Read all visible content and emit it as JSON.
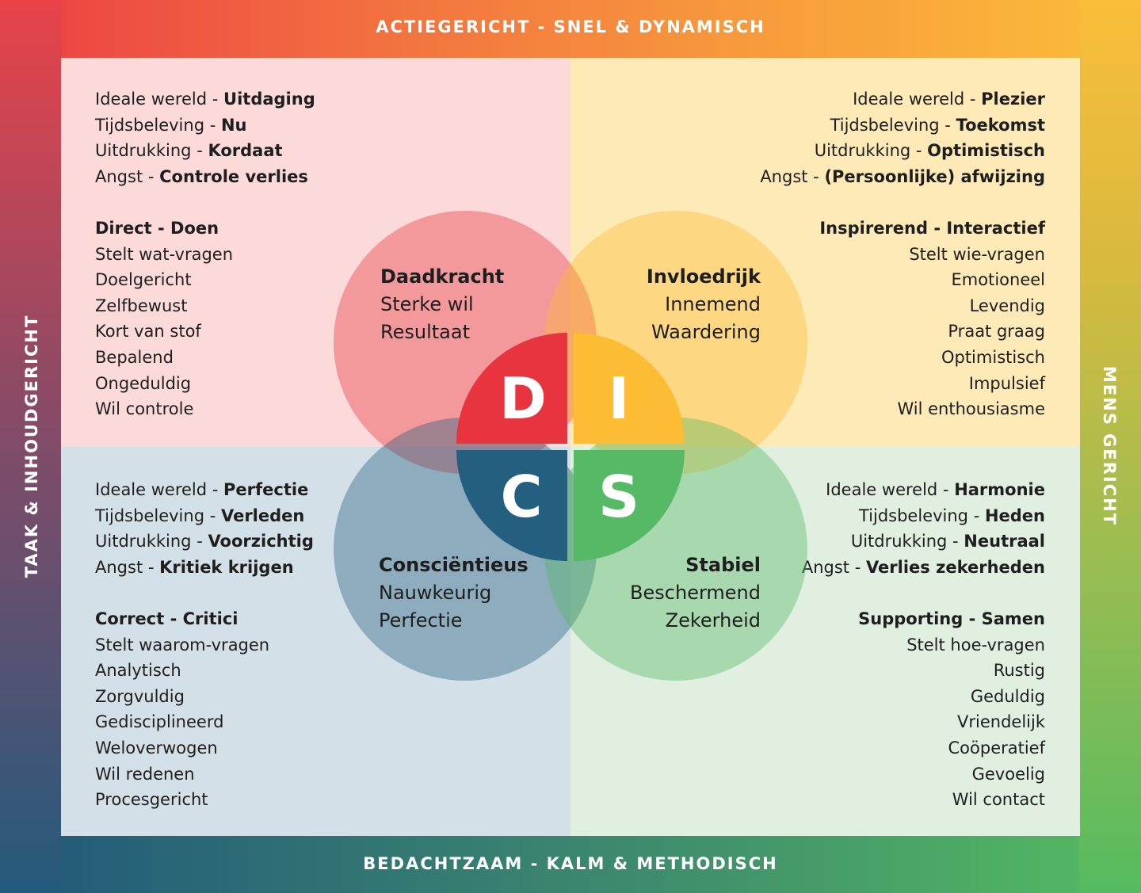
{
  "axes": {
    "top": "ACTIEGERICHT - SNEL & DYNAMISCH",
    "bottom": "BEDACHTZAAM - KALM & METHODISCH",
    "left": "TAAK & INHOUDGERICHT",
    "right": "MENS GERICHT"
  },
  "colors": {
    "d": "#e8343f",
    "i": "#fcbc33",
    "c": "#245f80",
    "s": "#55b965",
    "quad_d_bg": "#fbdad9",
    "quad_i_bg": "#fdeab7",
    "quad_c_bg": "#d4e0e7",
    "quad_s_bg": "#e0efe0"
  },
  "letters": {
    "d": "D",
    "i": "I",
    "c": "C",
    "s": "S"
  },
  "styles": {
    "d": {
      "label": {
        "title": "Daadkracht",
        "line1": "Sterke wil",
        "line2": "Resultaat"
      },
      "facts": [
        {
          "key": "Ideale wereld",
          "value": "Uitdaging"
        },
        {
          "key": "Tijdsbeleving",
          "value": "Nu"
        },
        {
          "key": "Uitdrukking",
          "value": "Kordaat"
        },
        {
          "key": "Angst",
          "value": "Controle verlies"
        }
      ],
      "heading": "Direct - Doen",
      "traits": [
        "Stelt wat-vragen",
        "Doelgericht",
        "Zelfbewust",
        "Kort van stof",
        "Bepalend",
        "Ongeduldig",
        "Wil controle"
      ]
    },
    "i": {
      "label": {
        "title": "Invloedrijk",
        "line1": "Innemend",
        "line2": "Waardering"
      },
      "facts": [
        {
          "key": "Ideale wereld",
          "value": "Plezier"
        },
        {
          "key": "Tijdsbeleving",
          "value": "Toekomst"
        },
        {
          "key": "Uitdrukking",
          "value": "Optimistisch"
        },
        {
          "key": "Angst",
          "value": "(Persoonlijke) afwijzing"
        }
      ],
      "heading": "Inspirerend - Interactief",
      "traits": [
        "Stelt wie-vragen",
        "Emotioneel",
        "Levendig",
        "Praat graag",
        "Optimistisch",
        "Impulsief",
        "Wil enthousiasme"
      ]
    },
    "c": {
      "label": {
        "title": "Consciëntieus",
        "line1": "Nauwkeurig",
        "line2": "Perfectie"
      },
      "facts": [
        {
          "key": "Ideale wereld",
          "value": "Perfectie"
        },
        {
          "key": "Tijdsbeleving",
          "value": "Verleden"
        },
        {
          "key": "Uitdrukking",
          "value": "Voorzichtig"
        },
        {
          "key": "Angst",
          "value": "Kritiek krijgen"
        }
      ],
      "heading": "Correct - Critici",
      "traits": [
        "Stelt waarom-vragen",
        "Analytisch",
        "Zorgvuldig",
        "Gedisciplineerd",
        "Weloverwogen",
        "Wil redenen",
        "Procesgericht"
      ]
    },
    "s": {
      "label": {
        "title": "Stabiel",
        "line1": "Beschermend",
        "line2": "Zekerheid"
      },
      "facts": [
        {
          "key": "Ideale wereld",
          "value": "Harmonie"
        },
        {
          "key": "Tijdsbeleving",
          "value": "Heden"
        },
        {
          "key": "Uitdrukking",
          "value": "Neutraal"
        },
        {
          "key": "Angst",
          "value": "Verlies zekerheden"
        }
      ],
      "heading": "Supporting - Samen",
      "traits": [
        "Stelt hoe-vragen",
        "Rustig",
        "Geduldig",
        "Vriendelijk",
        "Coöperatief",
        "Gevoelig",
        "Wil contact"
      ]
    }
  }
}
